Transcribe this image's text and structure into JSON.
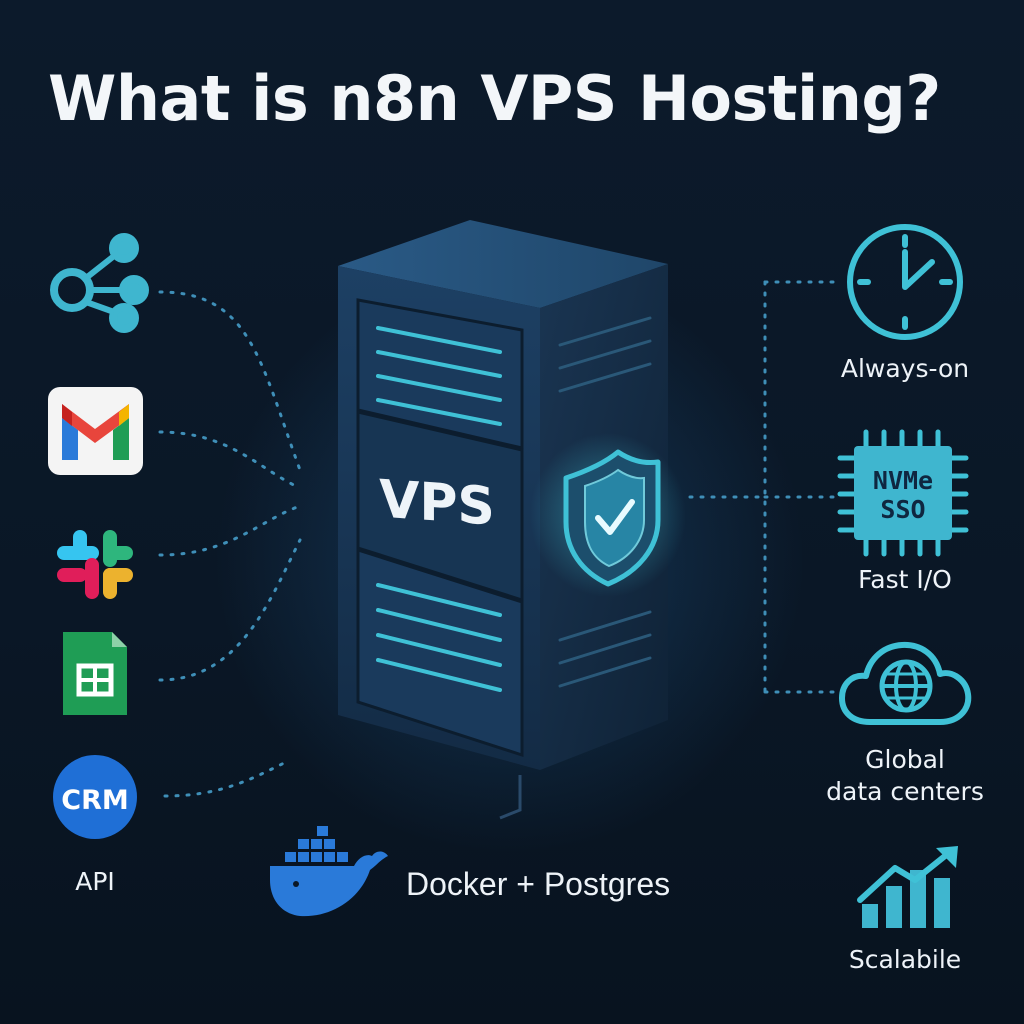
{
  "title": "What is n8n VPS Hosting?",
  "server": {
    "label": "VPS"
  },
  "integrations": [
    {
      "name": "n8n-logo-icon"
    },
    {
      "name": "gmail-icon"
    },
    {
      "name": "slack-icon"
    },
    {
      "name": "google-sheets-icon"
    },
    {
      "name": "crm-icon",
      "text": "CRM"
    }
  ],
  "integrations_caption": "API",
  "features": {
    "always_on": "Always-on",
    "chip_line_1": "NVMe",
    "chip_line_2": "SSO",
    "fast_io": "Fast I/O",
    "global_line_1": "Global",
    "global_line_2": "data centers",
    "scalable": "Scalabile"
  },
  "stack": "Docker + Postgres",
  "colors": {
    "background": "#0a1726",
    "accent": "#3fc1d6",
    "server_body": "#16324f",
    "docker_blue": "#2a7ad9",
    "crm_blue": "#1f6fd6",
    "gmail_red": "#e8453c",
    "sheets_green": "#1f9d55"
  }
}
